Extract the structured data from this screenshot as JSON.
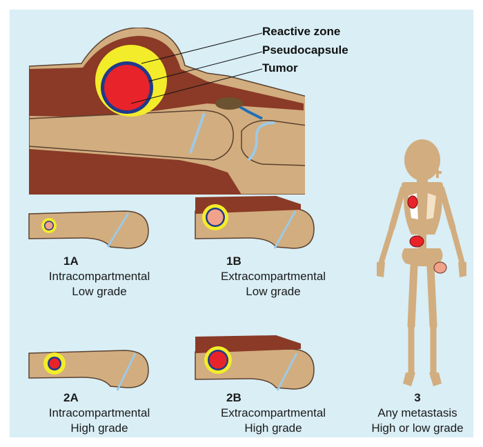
{
  "callouts": {
    "reactive_zone": "Reactive zone",
    "pseudocapsule": "Pseudocapsule",
    "tumor": "Tumor"
  },
  "stages": {
    "s1a": {
      "code": "1A",
      "line1": "Intracompartmental",
      "line2": "Low grade"
    },
    "s1b": {
      "code": "1B",
      "line1": "Extracompartmental",
      "line2": "Low grade"
    },
    "s2a": {
      "code": "2A",
      "line1": "Intracompartmental",
      "line2": "High grade"
    },
    "s2b": {
      "code": "2B",
      "line1": "Extracompartmental",
      "line2": "High grade"
    },
    "s3": {
      "code": "3",
      "line1": "Any metastasis",
      "line2": "High or low grade"
    }
  },
  "colors": {
    "background": "#d9eef5",
    "bone": "#d2ad7f",
    "muscle": "#8a3a26",
    "reactive_zone": "#f3ec2a",
    "pseudocapsule": "#1f3a8c",
    "tumor_high_grade": "#e8232a",
    "tumor_low_grade": "#f0a28a",
    "fracture_line": "#9ec9e6",
    "nerve": "#1f6fb8",
    "nodule": "#6b5230"
  }
}
